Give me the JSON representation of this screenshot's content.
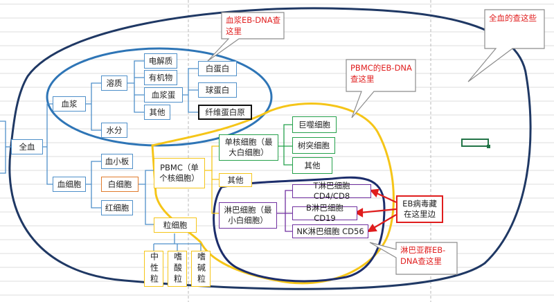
{
  "labels": {
    "whole_blood": "全血",
    "plasma": "血浆",
    "blood_cells": "血细胞",
    "solute": "溶质",
    "water": "水分",
    "electrolyte": "电解质",
    "organic": "有机物",
    "plasma_protein": "血浆蛋",
    "other_solute": "其他",
    "albumin": "白蛋白",
    "globulin": "球蛋白",
    "fibrinogen": "纤维蛋白原",
    "platelet": "血小板",
    "wbc": "白细胞",
    "rbc": "红细胞",
    "pbmc": "PBMC（单个核细胞）",
    "granulocyte": "粒细胞",
    "neutrophil": "中性粒",
    "eosinophil": "嗜酸粒",
    "basophil": "嗜碱粒",
    "monocyte": "单核细胞（最大白细胞）",
    "pbmc_other": "其他",
    "lymphocyte": "淋巴细胞（最小白细胞）",
    "macrophage": "巨噬细胞",
    "dendritic": "树突细胞",
    "mono_other": "其他",
    "t_cell": "T淋巴细胞 CD4/CD8",
    "b_cell": "B淋巴细胞 CD19",
    "nk_cell": "NK淋巴细胞 CD56",
    "ebv_box": "EB病毒藏在这里边"
  },
  "callouts": {
    "plasma_ebv": "血浆EB-DNA查这里",
    "whole_blood": "全血的查这些",
    "pbmc_ebv": "PBMC的EB-DNA查这里",
    "lymph_ebv": "淋巴亚群EB-DNA查这里"
  },
  "colors": {
    "blue": "#4e8fc9",
    "dark_blue": "#1f3864",
    "navy": "#1c2d6b",
    "yellow": "#f5c518",
    "green": "#23a04a",
    "purple": "#7030a0",
    "orange": "#e07b2c",
    "red": "#e01d1d"
  }
}
